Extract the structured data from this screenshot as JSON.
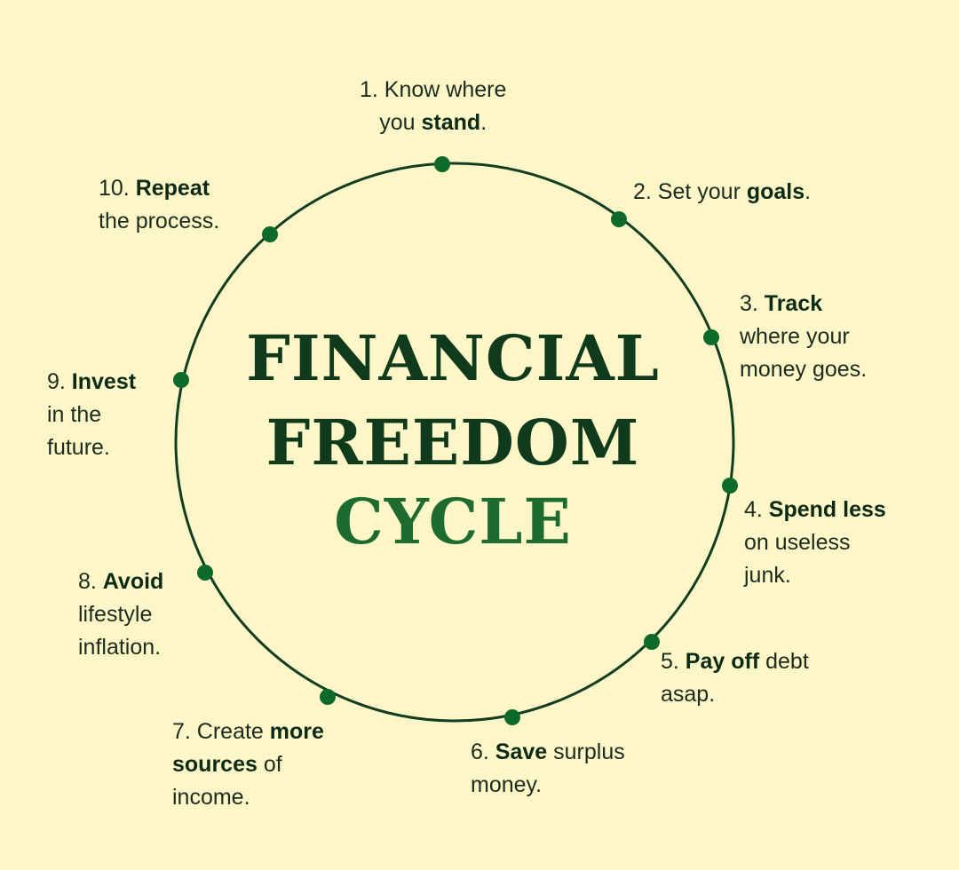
{
  "title": {
    "line1": "FINANCIAL",
    "line2": "FREEDOM",
    "line3": "CYCLE"
  },
  "colors": {
    "background": "#fdf6c8",
    "ring": "#123d20",
    "node": "#0e6a2a",
    "title_dark": "#0f3a1c",
    "title_accent": "#1e6b2f"
  },
  "steps": [
    {
      "num": "1.",
      "lines": [
        [
          {
            "t": "Know where"
          }
        ],
        [
          {
            "t": "you "
          },
          {
            "t": "stand",
            "b": true
          },
          {
            "t": "."
          }
        ]
      ]
    },
    {
      "num": "2.",
      "lines": [
        [
          {
            "t": "Set your "
          },
          {
            "t": "goals",
            "b": true
          },
          {
            "t": "."
          }
        ]
      ]
    },
    {
      "num": "3.",
      "lines": [
        [
          {
            "t": "Track",
            "b": true
          }
        ],
        [
          {
            "t": "where your"
          }
        ],
        [
          {
            "t": "money goes."
          }
        ]
      ]
    },
    {
      "num": "4.",
      "lines": [
        [
          {
            "t": "Spend less",
            "b": true
          }
        ],
        [
          {
            "t": "on useless"
          }
        ],
        [
          {
            "t": "junk."
          }
        ]
      ]
    },
    {
      "num": "5.",
      "lines": [
        [
          {
            "t": "Pay off",
            "b": true
          },
          {
            "t": " debt"
          }
        ],
        [
          {
            "t": "asap."
          }
        ]
      ]
    },
    {
      "num": "6.",
      "lines": [
        [
          {
            "t": "Save",
            "b": true
          },
          {
            "t": " surplus"
          }
        ],
        [
          {
            "t": "money."
          }
        ]
      ]
    },
    {
      "num": "7.",
      "lines": [
        [
          {
            "t": "Create "
          },
          {
            "t": "more",
            "b": true
          }
        ],
        [
          {
            "t": "sources",
            "b": true
          },
          {
            "t": " of"
          }
        ],
        [
          {
            "t": "income."
          }
        ]
      ]
    },
    {
      "num": "8.",
      "lines": [
        [
          {
            "t": "Avoid",
            "b": true
          }
        ],
        [
          {
            "t": "lifestyle"
          }
        ],
        [
          {
            "t": "inflation."
          }
        ]
      ]
    },
    {
      "num": "9.",
      "lines": [
        [
          {
            "t": "Invest",
            "b": true
          }
        ],
        [
          {
            "t": "in the"
          }
        ],
        [
          {
            "t": "future."
          }
        ]
      ]
    },
    {
      "num": "10.",
      "lines": [
        [
          {
            "t": "Repeat",
            "b": true
          }
        ],
        [
          {
            "t": "the process."
          }
        ]
      ]
    }
  ]
}
